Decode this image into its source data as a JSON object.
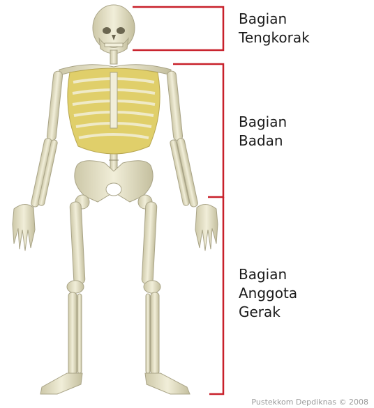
{
  "labels": {
    "head": "Bagian\nTengkorak",
    "body": "Bagian\nBadan",
    "limbs": "Bagian\nAnggota\nGerak"
  },
  "credit": "Pustekkom Depdiknas © 2008",
  "colors": {
    "bracket": "#c8202a",
    "bone": "#e6e2c8",
    "bone_shade": "#bdb898",
    "ribcage": "#e0cf6a",
    "text": "#1a1a1a",
    "credit": "#9a9a9a"
  },
  "icons": [
    "skeleton-illustration"
  ]
}
